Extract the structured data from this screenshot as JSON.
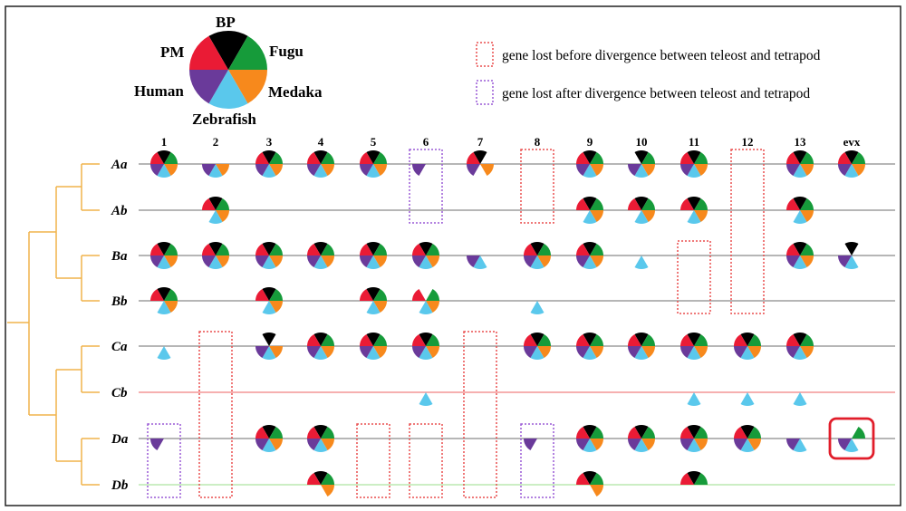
{
  "colors": {
    "BP": "#000000",
    "Fugu": "#169b3a",
    "Medaka": "#f7891c",
    "Zebrafish": "#5ac8ec",
    "Human": "#6a3a9a",
    "PM": "#ea1b35",
    "lost_before_box": "#ea4e4e",
    "lost_after_box": "#9a5ad6",
    "tree": "#f0b34b",
    "row_line_default": "#8a8a8a",
    "row_line_cb": "#f08080",
    "row_line_db": "#aee3a0",
    "highlight": "#e11d2a"
  },
  "legend": {
    "species": [
      "BP",
      "Fugu",
      "Medaka",
      "Zebrafish",
      "Human",
      "PM"
    ],
    "lost_before": "gene lost before divergence between teleost and tetrapod",
    "lost_after": "gene lost after divergence between teleost and tetrapod"
  },
  "columns": [
    "1",
    "2",
    "3",
    "4",
    "5",
    "6",
    "7",
    "8",
    "9",
    "10",
    "11",
    "12",
    "13",
    "evx"
  ],
  "rows": [
    "Aa",
    "Ab",
    "Ba",
    "Bb",
    "Ca",
    "Cb",
    "Da",
    "Db"
  ],
  "cells": [
    {
      "row": "Aa",
      "col": "1",
      "species": [
        "BP",
        "Fugu",
        "Medaka",
        "Zebrafish",
        "Human",
        "PM"
      ]
    },
    {
      "row": "Aa",
      "col": "2",
      "species": [
        "Medaka",
        "Zebrafish",
        "Human"
      ]
    },
    {
      "row": "Aa",
      "col": "3",
      "species": [
        "BP",
        "Fugu",
        "Medaka",
        "Zebrafish",
        "Human",
        "PM"
      ]
    },
    {
      "row": "Aa",
      "col": "4",
      "species": [
        "BP",
        "Fugu",
        "Medaka",
        "Zebrafish",
        "Human",
        "PM"
      ]
    },
    {
      "row": "Aa",
      "col": "5",
      "species": [
        "BP",
        "Fugu",
        "Medaka",
        "Zebrafish",
        "Human",
        "PM"
      ]
    },
    {
      "row": "Aa",
      "col": "6",
      "species": [
        "Human"
      ]
    },
    {
      "row": "Aa",
      "col": "7",
      "species": [
        "BP",
        "Medaka",
        "Human",
        "PM"
      ]
    },
    {
      "row": "Aa",
      "col": "9",
      "species": [
        "BP",
        "Fugu",
        "Medaka",
        "Zebrafish",
        "Human",
        "PM"
      ]
    },
    {
      "row": "Aa",
      "col": "10",
      "species": [
        "BP",
        "Fugu",
        "Medaka",
        "Zebrafish",
        "Human"
      ]
    },
    {
      "row": "Aa",
      "col": "11",
      "species": [
        "BP",
        "Fugu",
        "Medaka",
        "Zebrafish",
        "Human",
        "PM"
      ]
    },
    {
      "row": "Aa",
      "col": "13",
      "species": [
        "BP",
        "Fugu",
        "Medaka",
        "Zebrafish",
        "Human",
        "PM"
      ]
    },
    {
      "row": "Aa",
      "col": "evx",
      "species": [
        "BP",
        "Fugu",
        "Medaka",
        "Zebrafish",
        "Human",
        "PM"
      ]
    },
    {
      "row": "Ab",
      "col": "2",
      "species": [
        "BP",
        "Fugu",
        "Medaka",
        "Zebrafish",
        "PM"
      ]
    },
    {
      "row": "Ab",
      "col": "9",
      "species": [
        "BP",
        "Fugu",
        "Medaka",
        "Zebrafish",
        "PM"
      ]
    },
    {
      "row": "Ab",
      "col": "10",
      "species": [
        "BP",
        "Fugu",
        "Medaka",
        "Zebrafish",
        "PM"
      ]
    },
    {
      "row": "Ab",
      "col": "11",
      "species": [
        "BP",
        "Fugu",
        "Medaka",
        "Zebrafish",
        "PM"
      ]
    },
    {
      "row": "Ab",
      "col": "13",
      "species": [
        "BP",
        "Fugu",
        "Medaka",
        "Zebrafish",
        "PM"
      ]
    },
    {
      "row": "Ba",
      "col": "1",
      "species": [
        "BP",
        "Fugu",
        "Medaka",
        "Zebrafish",
        "Human",
        "PM"
      ]
    },
    {
      "row": "Ba",
      "col": "2",
      "species": [
        "BP",
        "Fugu",
        "Medaka",
        "Zebrafish",
        "Human",
        "PM"
      ]
    },
    {
      "row": "Ba",
      "col": "3",
      "species": [
        "BP",
        "Fugu",
        "Medaka",
        "Zebrafish",
        "Human",
        "PM"
      ]
    },
    {
      "row": "Ba",
      "col": "4",
      "species": [
        "BP",
        "Fugu",
        "Medaka",
        "Zebrafish",
        "Human",
        "PM"
      ]
    },
    {
      "row": "Ba",
      "col": "5",
      "species": [
        "BP",
        "Fugu",
        "Medaka",
        "Zebrafish",
        "Human",
        "PM"
      ]
    },
    {
      "row": "Ba",
      "col": "6",
      "species": [
        "BP",
        "Fugu",
        "Medaka",
        "Zebrafish",
        "Human",
        "PM"
      ]
    },
    {
      "row": "Ba",
      "col": "7",
      "species": [
        "Zebrafish",
        "Human"
      ]
    },
    {
      "row": "Ba",
      "col": "8",
      "species": [
        "BP",
        "Fugu",
        "Medaka",
        "Zebrafish",
        "Human",
        "PM"
      ]
    },
    {
      "row": "Ba",
      "col": "9",
      "species": [
        "BP",
        "Fugu",
        "Medaka",
        "Zebrafish",
        "Human",
        "PM"
      ]
    },
    {
      "row": "Ba",
      "col": "10",
      "species": [
        "Zebrafish"
      ]
    },
    {
      "row": "Ba",
      "col": "13",
      "species": [
        "BP",
        "Fugu",
        "Medaka",
        "Zebrafish",
        "Human",
        "PM"
      ]
    },
    {
      "row": "Ba",
      "col": "evx",
      "species": [
        "BP",
        "Zebrafish",
        "Human"
      ]
    },
    {
      "row": "Bb",
      "col": "1",
      "species": [
        "BP",
        "Fugu",
        "Medaka",
        "Zebrafish",
        "PM"
      ]
    },
    {
      "row": "Bb",
      "col": "3",
      "species": [
        "BP",
        "Fugu",
        "Medaka",
        "Zebrafish",
        "PM"
      ]
    },
    {
      "row": "Bb",
      "col": "5",
      "species": [
        "BP",
        "Fugu",
        "Medaka",
        "Zebrafish",
        "PM"
      ]
    },
    {
      "row": "Bb",
      "col": "6",
      "species": [
        "Fugu",
        "Medaka",
        "Zebrafish",
        "PM"
      ]
    },
    {
      "row": "Bb",
      "col": "8",
      "species": [
        "Zebrafish"
      ]
    },
    {
      "row": "Ca",
      "col": "1",
      "species": [
        "Zebrafish"
      ]
    },
    {
      "row": "Ca",
      "col": "3",
      "species": [
        "BP",
        "Medaka",
        "Zebrafish",
        "Human"
      ]
    },
    {
      "row": "Ca",
      "col": "4",
      "species": [
        "BP",
        "Fugu",
        "Medaka",
        "Zebrafish",
        "Human",
        "PM"
      ]
    },
    {
      "row": "Ca",
      "col": "5",
      "species": [
        "BP",
        "Fugu",
        "Medaka",
        "Zebrafish",
        "Human",
        "PM"
      ]
    },
    {
      "row": "Ca",
      "col": "6",
      "species": [
        "BP",
        "Fugu",
        "Medaka",
        "Zebrafish",
        "Human",
        "PM"
      ]
    },
    {
      "row": "Ca",
      "col": "8",
      "species": [
        "BP",
        "Fugu",
        "Medaka",
        "Zebrafish",
        "Human",
        "PM"
      ]
    },
    {
      "row": "Ca",
      "col": "9",
      "species": [
        "BP",
        "Fugu",
        "Medaka",
        "Zebrafish",
        "Human",
        "PM"
      ]
    },
    {
      "row": "Ca",
      "col": "10",
      "species": [
        "BP",
        "Fugu",
        "Medaka",
        "Zebrafish",
        "Human",
        "PM"
      ]
    },
    {
      "row": "Ca",
      "col": "11",
      "species": [
        "BP",
        "Fugu",
        "Medaka",
        "Zebrafish",
        "Human",
        "PM"
      ]
    },
    {
      "row": "Ca",
      "col": "12",
      "species": [
        "BP",
        "Fugu",
        "Medaka",
        "Zebrafish",
        "Human",
        "PM"
      ]
    },
    {
      "row": "Ca",
      "col": "13",
      "species": [
        "BP",
        "Fugu",
        "Medaka",
        "Zebrafish",
        "Human",
        "PM"
      ]
    },
    {
      "row": "Cb",
      "col": "6",
      "species": [
        "Zebrafish"
      ]
    },
    {
      "row": "Cb",
      "col": "11",
      "species": [
        "Zebrafish"
      ]
    },
    {
      "row": "Cb",
      "col": "12",
      "species": [
        "Zebrafish"
      ]
    },
    {
      "row": "Cb",
      "col": "13",
      "species": [
        "Zebrafish"
      ]
    },
    {
      "row": "Da",
      "col": "1",
      "species": [
        "Human"
      ]
    },
    {
      "row": "Da",
      "col": "3",
      "species": [
        "BP",
        "Fugu",
        "Medaka",
        "Zebrafish",
        "Human",
        "PM"
      ]
    },
    {
      "row": "Da",
      "col": "4",
      "species": [
        "BP",
        "Fugu",
        "Medaka",
        "Zebrafish",
        "Human",
        "PM"
      ]
    },
    {
      "row": "Da",
      "col": "8",
      "species": [
        "Human"
      ]
    },
    {
      "row": "Da",
      "col": "9",
      "species": [
        "BP",
        "Fugu",
        "Medaka",
        "Zebrafish",
        "Human",
        "PM"
      ]
    },
    {
      "row": "Da",
      "col": "10",
      "species": [
        "BP",
        "Fugu",
        "Medaka",
        "Zebrafish",
        "Human",
        "PM"
      ]
    },
    {
      "row": "Da",
      "col": "11",
      "species": [
        "BP",
        "Fugu",
        "Medaka",
        "Zebrafish",
        "Human",
        "PM"
      ]
    },
    {
      "row": "Da",
      "col": "12",
      "species": [
        "BP",
        "Fugu",
        "Medaka",
        "Zebrafish",
        "Human",
        "PM"
      ]
    },
    {
      "row": "Da",
      "col": "13",
      "species": [
        "Zebrafish",
        "Human"
      ]
    },
    {
      "row": "Da",
      "col": "evx",
      "species": [
        "Fugu",
        "Zebrafish",
        "Human"
      ],
      "highlight": true
    },
    {
      "row": "Db",
      "col": "4",
      "species": [
        "BP",
        "Fugu",
        "Medaka",
        "PM"
      ]
    },
    {
      "row": "Db",
      "col": "9",
      "species": [
        "BP",
        "Fugu",
        "Medaka",
        "PM"
      ]
    },
    {
      "row": "Db",
      "col": "11",
      "species": [
        "BP",
        "Fugu",
        "PM"
      ]
    }
  ],
  "lost_before_boxes": [
    {
      "col": "8",
      "rows": [
        "Aa",
        "Ab"
      ]
    },
    {
      "col": "12",
      "rows": [
        "Aa",
        "Bb"
      ]
    },
    {
      "col": "11",
      "rows": [
        "Ba",
        "Bb"
      ]
    },
    {
      "col": "2",
      "rows": [
        "Ca",
        "Db"
      ]
    },
    {
      "col": "7",
      "rows": [
        "Ca",
        "Db"
      ]
    },
    {
      "col": "5",
      "rows": [
        "Da",
        "Db"
      ]
    },
    {
      "col": "6",
      "rows": [
        "Da",
        "Db"
      ]
    }
  ],
  "lost_after_boxes": [
    {
      "col": "6",
      "rows": [
        "Aa",
        "Ab"
      ]
    },
    {
      "col": "1",
      "rows": [
        "Da",
        "Db"
      ]
    },
    {
      "col": "8",
      "rows": [
        "Da",
        "Db"
      ]
    }
  ]
}
